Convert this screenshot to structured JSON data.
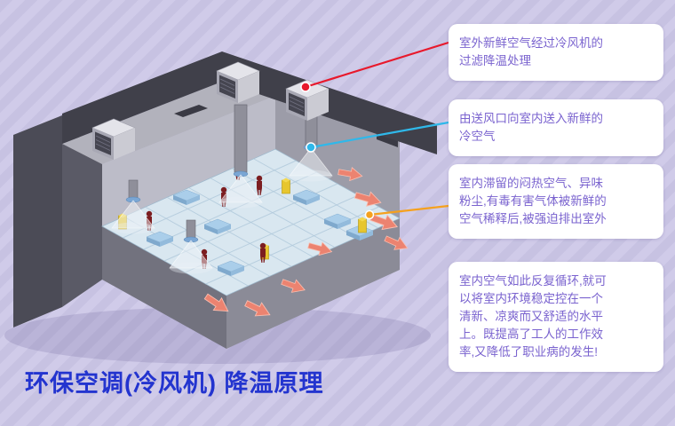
{
  "page": {
    "background_base": "#c7c2e2",
    "background_stripe": "#d0cbe9"
  },
  "title": {
    "text": "环保空调(冷风机) 降温原理",
    "color": "#2334cf"
  },
  "callout_style": {
    "text_color": "#7a63cf",
    "box_color": "#ffffff"
  },
  "callouts": [
    {
      "text": "室外新鲜空气经过冷风机的\n过滤降温处理",
      "line_color": "#e8192c"
    },
    {
      "text": "由送风口向室内送入新鲜的\n冷空气",
      "line_color": "#2fb8ea"
    },
    {
      "text": "室内滞留的闷热空气、异味\n粉尘,有毒有害气体被新鲜的\n空气稀释后,被强迫排出室外",
      "line_color": "#f5a11e"
    },
    {
      "text": "室内空气如此反复循环,就可\n以将室内环境稳定控在一个\n清新、凉爽而又舒适的水平\n上。既提高了工人的工作效\n率,又降低了职业病的发生!"
    }
  ],
  "diagram_colors": {
    "roof_band": "#40404a",
    "roof_plane": "#b2b2bc",
    "floor": "#d9e7f0",
    "airflow_arrow": "#ec8370",
    "person": "#7c1d20",
    "machine_yellow": "#e7c62f",
    "table_blue": "#aaceea"
  }
}
